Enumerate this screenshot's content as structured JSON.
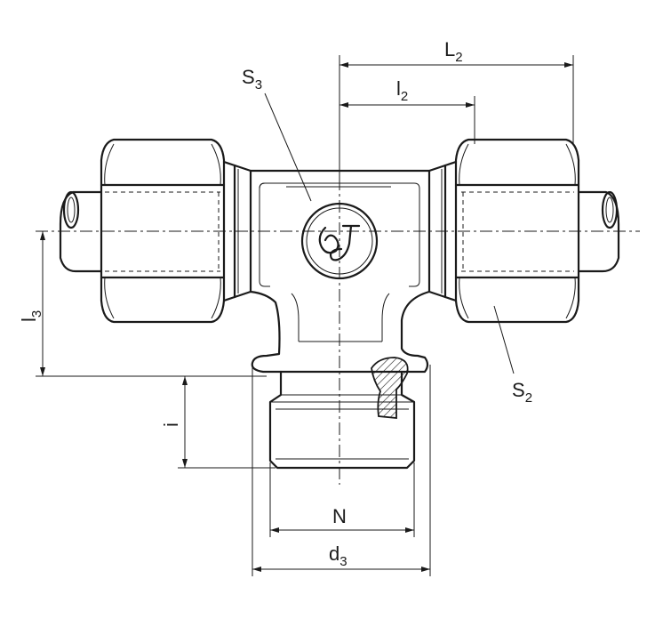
{
  "labels": {
    "L2": {
      "main": "L",
      "sub": "2"
    },
    "l2": {
      "main": "l",
      "sub": "2"
    },
    "S3": {
      "main": "S",
      "sub": "3"
    },
    "S2": {
      "main": "S",
      "sub": "2"
    },
    "l3": {
      "main": "l",
      "sub": "3"
    },
    "i": {
      "main": "i"
    },
    "N": {
      "main": "N"
    },
    "d3": {
      "main": "d",
      "sub": "3"
    }
  }
}
